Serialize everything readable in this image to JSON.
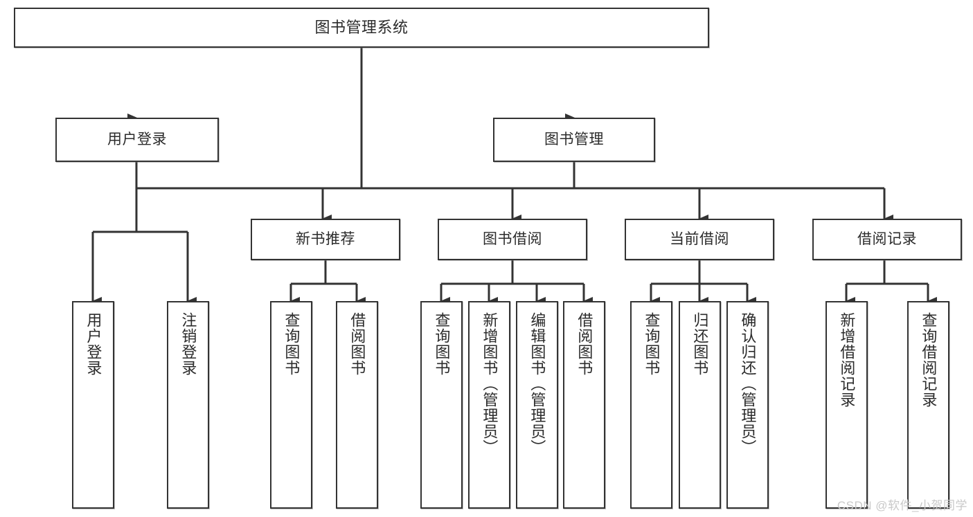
{
  "diagram": {
    "title": "图书管理系统",
    "type": "tree-hierarchy-diagram",
    "colors": {
      "box_border": "#333333",
      "box_fill": "#ffffff",
      "connector": "#333333",
      "text": "#2b2b2b",
      "watermark": "#c9c9c9",
      "background": "#ffffff"
    }
  },
  "root": {
    "label": "图书管理系统"
  },
  "level1": [
    {
      "label": "用户登录"
    },
    {
      "label": "图书管理"
    }
  ],
  "level2": [
    {
      "label": "新书推荐"
    },
    {
      "label": "图书借阅"
    },
    {
      "label": "当前借阅"
    },
    {
      "label": "借阅记录"
    }
  ],
  "leaves": {
    "user_login": [
      {
        "label": "用户登录"
      },
      {
        "label": "注销登录"
      }
    ],
    "new_book_recommend": [
      {
        "label": "查询图书"
      },
      {
        "label": "借阅图书"
      }
    ],
    "book_borrow": [
      {
        "label": "查询图书"
      },
      {
        "label": "新增图书（管理员）"
      },
      {
        "label": "编辑图书（管理员）"
      },
      {
        "label": "借阅图书"
      }
    ],
    "current_borrow": [
      {
        "label": "查询图书"
      },
      {
        "label": "归还图书"
      },
      {
        "label": "确认归还（管理员）"
      }
    ],
    "borrow_record": [
      {
        "label": "新增借阅记录"
      },
      {
        "label": "查询借阅记录"
      }
    ]
  },
  "watermark": {
    "text": "CSDN @软件_小贺同学"
  }
}
